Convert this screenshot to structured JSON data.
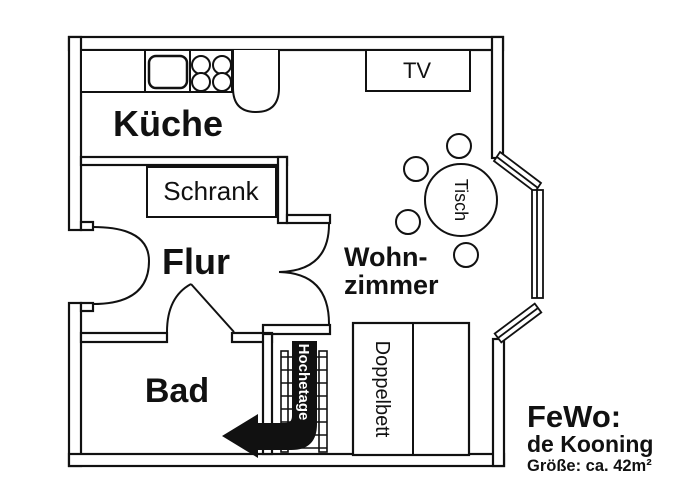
{
  "plan": {
    "rooms": {
      "kitchen": "Küche",
      "closet": "Schrank",
      "hall": "Flur",
      "bath": "Bad",
      "living_line1": "Wohn-",
      "living_line2": "zimmer"
    },
    "furniture": {
      "tv": "TV",
      "table": "Tisch",
      "bed": "Doppelbett",
      "loft_ladder": "Hochetage"
    },
    "caption": {
      "title": "FeWo:",
      "subtitle": "de Kooning",
      "size": "Größe: ca. 42m²"
    },
    "colors": {
      "ink": "#111111",
      "paper": "#ffffff"
    }
  }
}
